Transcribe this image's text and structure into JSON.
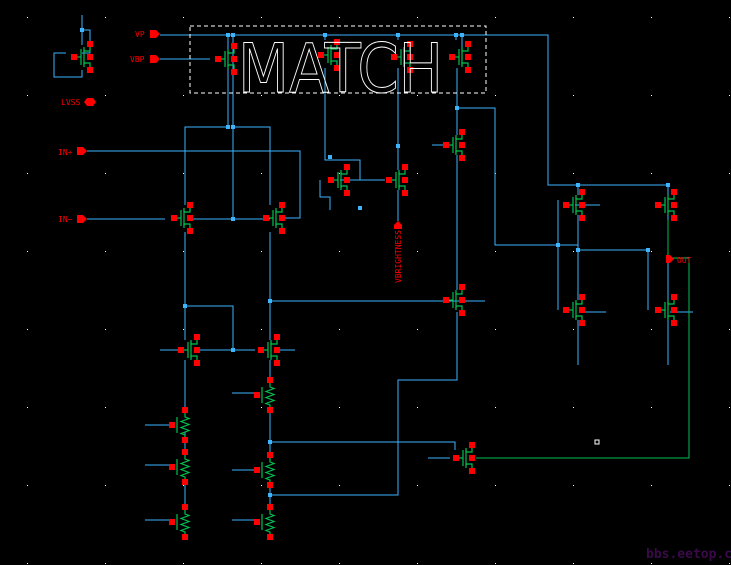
{
  "schematic": {
    "title_text": "MATCH",
    "pins": {
      "vp": "VP",
      "vbp": "VBP",
      "lvss": "LVSS",
      "in_plus": "IN+",
      "in_minus": "IN−",
      "vbrightness": "VBRIGHTNESS",
      "out": "OUT"
    },
    "watermark": "bbs.eetop.cn"
  },
  "colors": {
    "background": "#000000",
    "wire": "#3cb4ff",
    "device": "#00c050",
    "pin": "#ff0000",
    "terminal": "#ff0000",
    "selection_box": "#ffffff"
  }
}
